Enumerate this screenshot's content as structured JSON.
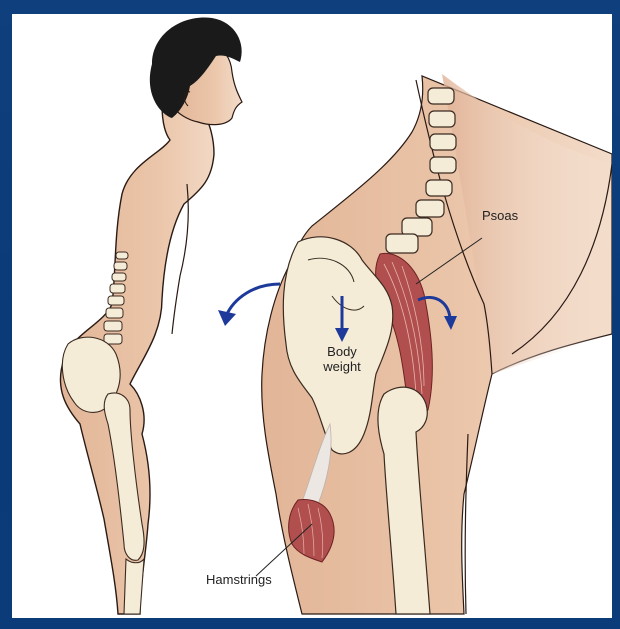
{
  "labels": {
    "psoas": "Psoas",
    "body_weight_line1": "Body",
    "body_weight_line2": "weight",
    "hamstrings": "Hamstrings"
  },
  "colors": {
    "background": "#0b3b79",
    "skin": "#e7c1a4",
    "skin_shadow": "#d9a98a",
    "bone": "#f5ecd8",
    "muscle": "#b14f4f",
    "hair": "#1b1b1b",
    "arrow": "#1d3a9a"
  },
  "icons": {
    "left_arrow": "curved-arrow-left-icon",
    "down_arrow": "down-arrow-icon",
    "right_arrow": "curved-arrow-right-icon"
  }
}
